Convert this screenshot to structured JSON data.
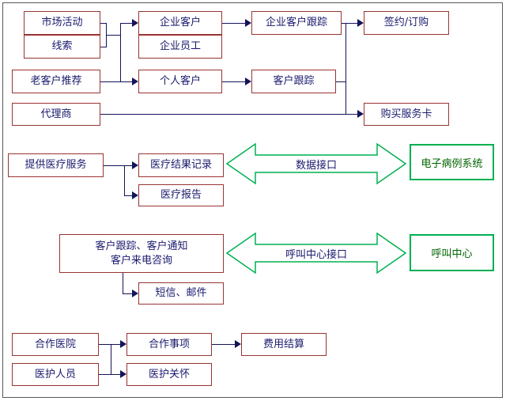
{
  "diagram": {
    "colors": {
      "box_border": "#993333",
      "text": "#1a1a6e",
      "green": "#00b050",
      "green_text": "#006400",
      "connector": "#14145a",
      "frame": "#595959"
    },
    "section1": {
      "market_activity": "市场活动",
      "leads": "线索",
      "old_customer_referral": "老客户推荐",
      "agent": "代理商",
      "enterprise_customer": "企业客户",
      "enterprise_employee": "企业员工",
      "individual_customer": "个人客户",
      "enterprise_customer_tracking": "企业客户跟踪",
      "customer_tracking": "客户跟踪",
      "sign_order": "签约/订购",
      "buy_service_card": "购买服务卡"
    },
    "section2": {
      "provide_medical_service": "提供医疗服务",
      "medical_result_record": "医疗结果记录",
      "medical_report": "医疗报告",
      "data_interface": "数据接口",
      "emr_system": "电子病例系统"
    },
    "section3": {
      "tracking_notice_line1": "客户跟踪、客户通知",
      "tracking_notice_line2": "客户来电咨询",
      "call_center_interface": "呼叫中心接口",
      "call_center": "呼叫中心",
      "sms_email": "短信、邮件"
    },
    "section4": {
      "partner_hospital": "合作医院",
      "medical_staff": "医护人员",
      "cooperation_matters": "合作事项",
      "medical_care": "医护关怀",
      "fee_settlement": "费用结算"
    }
  }
}
